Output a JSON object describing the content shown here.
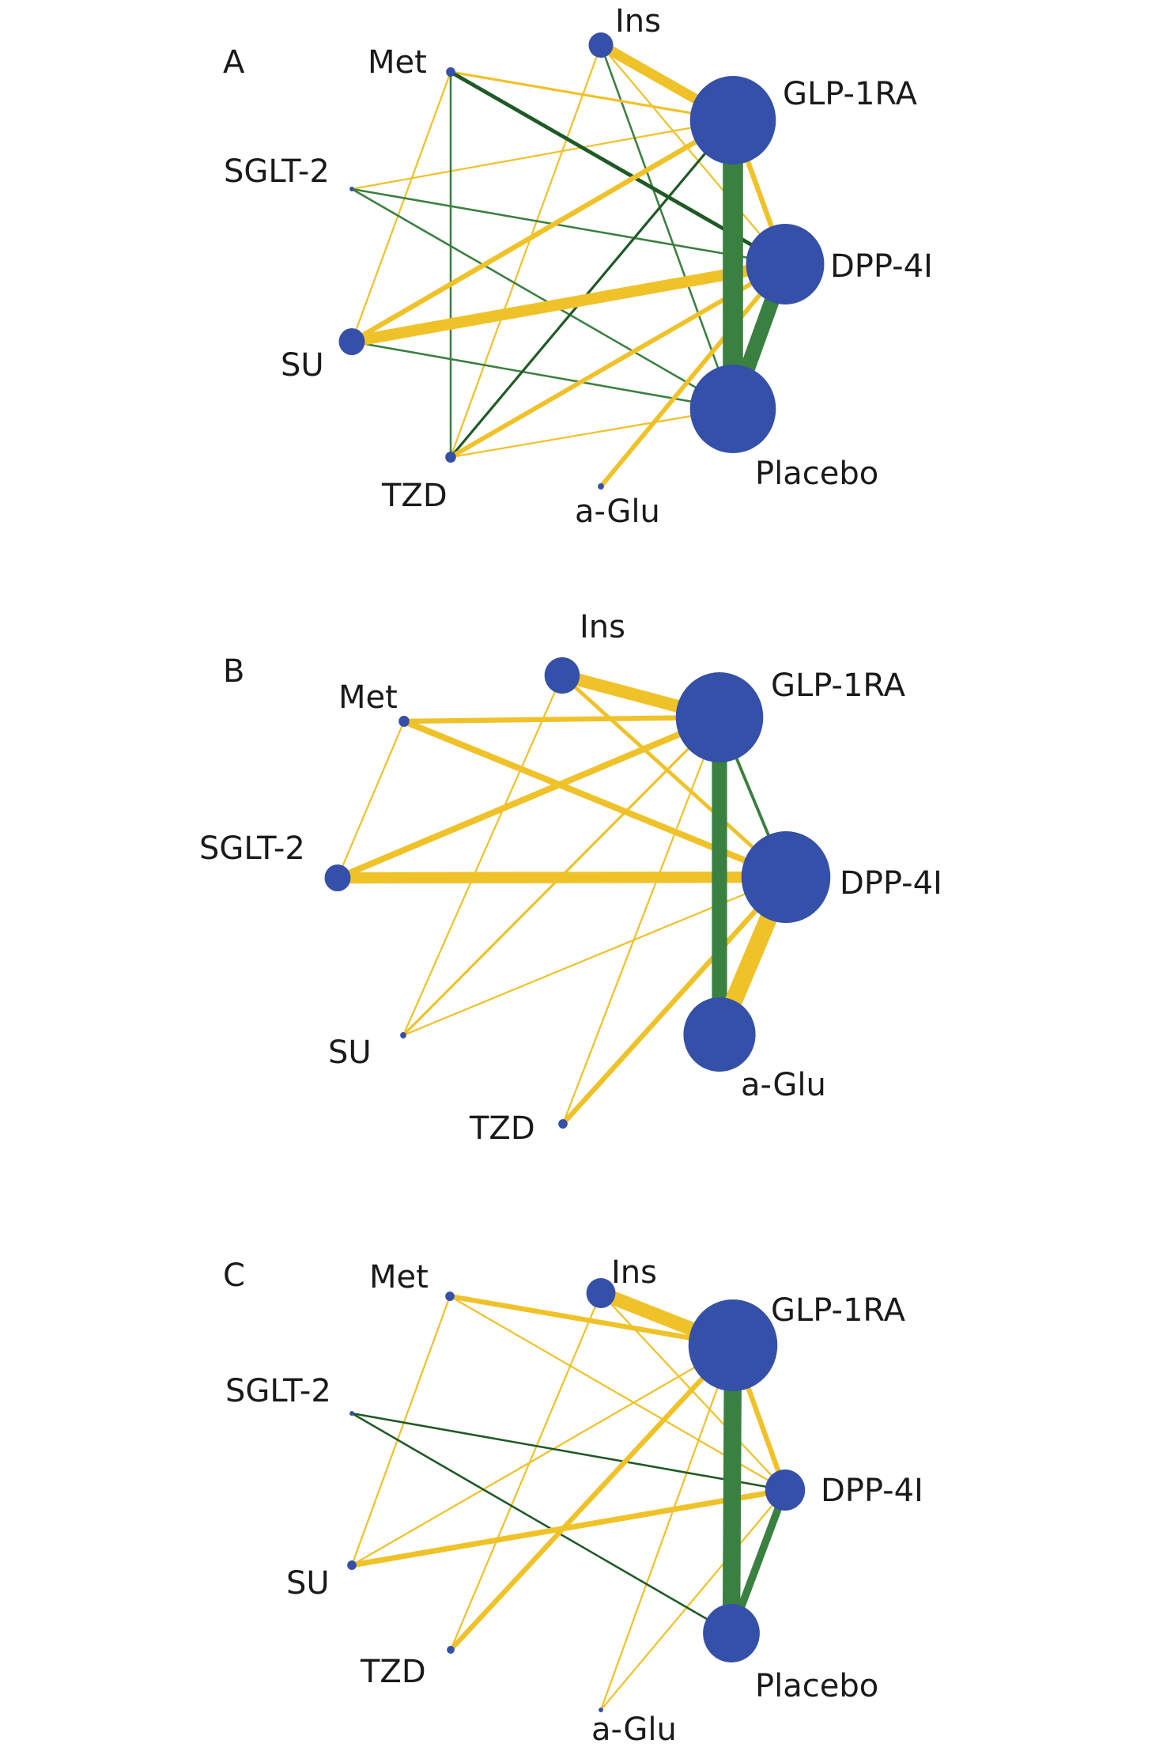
{
  "figure": {
    "description": "Network plots of treatment comparisons (three panels)",
    "node_color": "#3550a8",
    "edge_colors": {
      "yellow": "#f0c22a",
      "green": "#3a8040",
      "dark_green": "#1f5a26"
    }
  },
  "panels": [
    {
      "id": "A",
      "label": "A",
      "nodes": [
        {
          "id": "Ins",
          "label": "Ins",
          "size": 3
        },
        {
          "id": "Met",
          "label": "Met",
          "size": 1
        },
        {
          "id": "SGLT-2",
          "label": "SGLT-2",
          "size": 0.5
        },
        {
          "id": "SU",
          "label": "SU",
          "size": 3
        },
        {
          "id": "TZD",
          "label": "TZD",
          "size": 1
        },
        {
          "id": "a-Glu",
          "label": "a-Glu",
          "size": 0.7
        },
        {
          "id": "GLP-1RA",
          "label": "GLP-1RA",
          "size": 10
        },
        {
          "id": "DPP-4I",
          "label": "DPP-4I",
          "size": 9
        },
        {
          "id": "Placebo",
          "label": "Placebo",
          "size": 10
        }
      ],
      "edges": [
        {
          "from": "Ins",
          "to": "GLP-1RA",
          "color": "yellow",
          "weight": 4
        },
        {
          "from": "Ins",
          "to": "TZD",
          "color": "yellow",
          "weight": 0.7
        },
        {
          "from": "Ins",
          "to": "DPP-4I",
          "color": "yellow",
          "weight": 0.7
        },
        {
          "from": "Ins",
          "to": "Placebo",
          "color": "green",
          "weight": 0.8
        },
        {
          "from": "Met",
          "to": "GLP-1RA",
          "color": "yellow",
          "weight": 1
        },
        {
          "from": "Met",
          "to": "DPP-4I",
          "color": "dark_green",
          "weight": 1.5
        },
        {
          "from": "Met",
          "to": "TZD",
          "color": "green",
          "weight": 0.8
        },
        {
          "from": "Met",
          "to": "SU",
          "color": "yellow",
          "weight": 0.7
        },
        {
          "from": "SGLT-2",
          "to": "GLP-1RA",
          "color": "yellow",
          "weight": 0.7
        },
        {
          "from": "SGLT-2",
          "to": "DPP-4I",
          "color": "green",
          "weight": 0.8
        },
        {
          "from": "SGLT-2",
          "to": "Placebo",
          "color": "green",
          "weight": 0.8
        },
        {
          "from": "SU",
          "to": "GLP-1RA",
          "color": "yellow",
          "weight": 2
        },
        {
          "from": "SU",
          "to": "DPP-4I",
          "color": "yellow",
          "weight": 4.5
        },
        {
          "from": "SU",
          "to": "Placebo",
          "color": "green",
          "weight": 0.8
        },
        {
          "from": "TZD",
          "to": "GLP-1RA",
          "color": "dark_green",
          "weight": 1
        },
        {
          "from": "TZD",
          "to": "DPP-4I",
          "color": "yellow",
          "weight": 1.8
        },
        {
          "from": "TZD",
          "to": "Placebo",
          "color": "yellow",
          "weight": 0.7
        },
        {
          "from": "a-Glu",
          "to": "DPP-4I",
          "color": "yellow",
          "weight": 1.8
        },
        {
          "from": "GLP-1RA",
          "to": "DPP-4I",
          "color": "yellow",
          "weight": 2
        },
        {
          "from": "GLP-1RA",
          "to": "Placebo",
          "color": "green",
          "weight": 8
        },
        {
          "from": "DPP-4I",
          "to": "Placebo",
          "color": "green",
          "weight": 6
        }
      ]
    },
    {
      "id": "B",
      "label": "B",
      "nodes": [
        {
          "id": "Ins",
          "label": "Ins",
          "size": 3.5
        },
        {
          "id": "Met",
          "label": "Met",
          "size": 1
        },
        {
          "id": "SGLT-2",
          "label": "SGLT-2",
          "size": 3.5
        },
        {
          "id": "SU",
          "label": "SU",
          "size": 0.6
        },
        {
          "id": "TZD",
          "label": "TZD",
          "size": 0.8
        },
        {
          "id": "GLP-1RA",
          "label": "GLP-1RA",
          "size": 10
        },
        {
          "id": "DPP-4I",
          "label": "DPP-4I",
          "size": 10.5
        },
        {
          "id": "a-Glu",
          "label": "a-Glu",
          "size": 8
        }
      ],
      "edges": [
        {
          "from": "Ins",
          "to": "GLP-1RA",
          "color": "yellow",
          "weight": 5
        },
        {
          "from": "Ins",
          "to": "SU",
          "color": "yellow",
          "weight": 0.7
        },
        {
          "from": "Ins",
          "to": "DPP-4I",
          "color": "yellow",
          "weight": 1.5
        },
        {
          "from": "Met",
          "to": "GLP-1RA",
          "color": "yellow",
          "weight": 2
        },
        {
          "from": "Met",
          "to": "DPP-4I",
          "color": "yellow",
          "weight": 2.5
        },
        {
          "from": "Met",
          "to": "SGLT-2",
          "color": "yellow",
          "weight": 0.7
        },
        {
          "from": "SGLT-2",
          "to": "GLP-1RA",
          "color": "yellow",
          "weight": 2.5
        },
        {
          "from": "SGLT-2",
          "to": "DPP-4I",
          "color": "yellow",
          "weight": 4.5
        },
        {
          "from": "SU",
          "to": "GLP-1RA",
          "color": "yellow",
          "weight": 1
        },
        {
          "from": "SU",
          "to": "DPP-4I",
          "color": "yellow",
          "weight": 0.7
        },
        {
          "from": "TZD",
          "to": "GLP-1RA",
          "color": "yellow",
          "weight": 0.7
        },
        {
          "from": "TZD",
          "to": "DPP-4I",
          "color": "yellow",
          "weight": 2
        },
        {
          "from": "GLP-1RA",
          "to": "DPP-4I",
          "color": "green",
          "weight": 1.2
        },
        {
          "from": "GLP-1RA",
          "to": "a-Glu",
          "color": "green",
          "weight": 6
        },
        {
          "from": "DPP-4I",
          "to": "a-Glu",
          "color": "yellow",
          "weight": 7
        }
      ]
    },
    {
      "id": "C",
      "label": "C",
      "nodes": [
        {
          "id": "Ins",
          "label": "Ins",
          "size": 3.5
        },
        {
          "id": "Met",
          "label": "Met",
          "size": 1
        },
        {
          "id": "SGLT-2",
          "label": "SGLT-2",
          "size": 0.5
        },
        {
          "id": "SU",
          "label": "SU",
          "size": 1
        },
        {
          "id": "TZD",
          "label": "TZD",
          "size": 0.9
        },
        {
          "id": "a-Glu",
          "label": "a-Glu",
          "size": 0.5
        },
        {
          "id": "GLP-1RA",
          "label": "GLP-1RA",
          "size": 10.5
        },
        {
          "id": "DPP-4I",
          "label": "DPP-4I",
          "size": 4.5
        },
        {
          "id": "Placebo",
          "label": "Placebo",
          "size": 7
        }
      ],
      "edges": [
        {
          "from": "Ins",
          "to": "GLP-1RA",
          "color": "yellow",
          "weight": 5.5
        },
        {
          "from": "Ins",
          "to": "TZD",
          "color": "yellow",
          "weight": 0.7
        },
        {
          "from": "Ins",
          "to": "DPP-4I",
          "color": "yellow",
          "weight": 0.7
        },
        {
          "from": "Met",
          "to": "GLP-1RA",
          "color": "yellow",
          "weight": 2
        },
        {
          "from": "Met",
          "to": "DPP-4I",
          "color": "yellow",
          "weight": 0.7
        },
        {
          "from": "Met",
          "to": "SU",
          "color": "yellow",
          "weight": 0.7
        },
        {
          "from": "SGLT-2",
          "to": "DPP-4I",
          "color": "dark_green",
          "weight": 0.8
        },
        {
          "from": "SGLT-2",
          "to": "Placebo",
          "color": "dark_green",
          "weight": 0.8
        },
        {
          "from": "SU",
          "to": "GLP-1RA",
          "color": "yellow",
          "weight": 0.7
        },
        {
          "from": "SU",
          "to": "DPP-4I",
          "color": "yellow",
          "weight": 2.2
        },
        {
          "from": "TZD",
          "to": "GLP-1RA",
          "color": "yellow",
          "weight": 2
        },
        {
          "from": "a-Glu",
          "to": "GLP-1RA",
          "color": "yellow",
          "weight": 0.7
        },
        {
          "from": "a-Glu",
          "to": "DPP-4I",
          "color": "yellow",
          "weight": 0.7
        },
        {
          "from": "GLP-1RA",
          "to": "DPP-4I",
          "color": "yellow",
          "weight": 2
        },
        {
          "from": "GLP-1RA",
          "to": "Placebo",
          "color": "green",
          "weight": 7
        },
        {
          "from": "DPP-4I",
          "to": "Placebo",
          "color": "green",
          "weight": 3
        }
      ]
    }
  ]
}
